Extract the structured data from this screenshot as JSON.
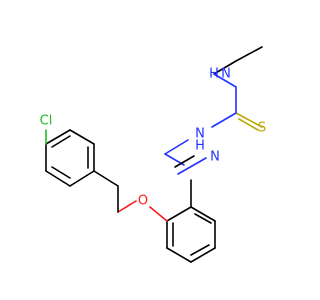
{
  "molecule": {
    "atom_labels": {
      "nh_top": "H",
      "n_top": "N",
      "n_hydrazine": "N",
      "nh_hydrazine": "H",
      "n_imine": "N",
      "s": "S",
      "o": "O",
      "cl": "Cl"
    },
    "colors": {
      "carbon": "#000000",
      "nitrogen": "#2233ff",
      "oxygen": "#ff1a1a",
      "sulfur": "#bfa600",
      "chlorine": "#1fbf1f"
    }
  }
}
